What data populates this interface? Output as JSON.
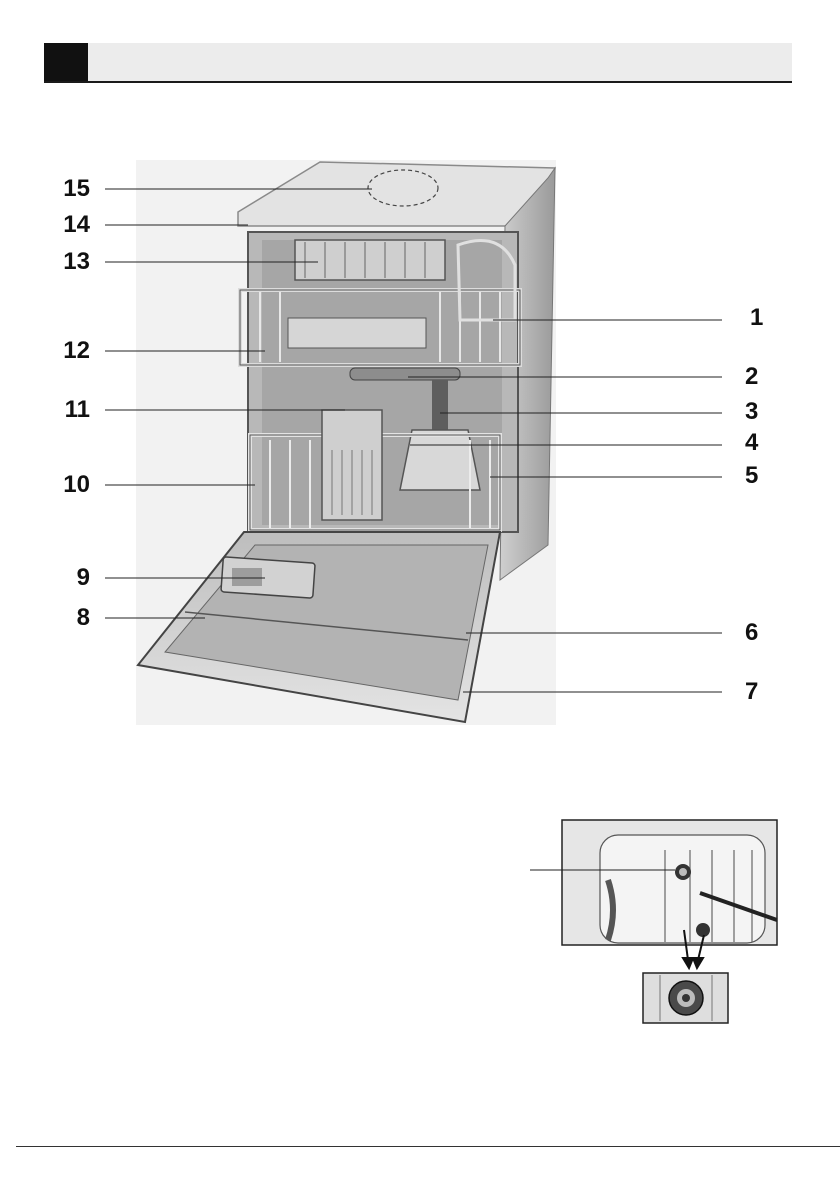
{
  "header": {
    "title": ""
  },
  "callouts": {
    "left": [
      "15",
      "14",
      "13",
      "12",
      "11",
      "10",
      "9",
      "8"
    ],
    "right": [
      "1",
      "2",
      "3",
      "4",
      "5",
      "6",
      "7"
    ]
  },
  "colors": {
    "ink": "#111111",
    "header_bg": "#ececec",
    "photo_bg": "#d9d9d9"
  }
}
